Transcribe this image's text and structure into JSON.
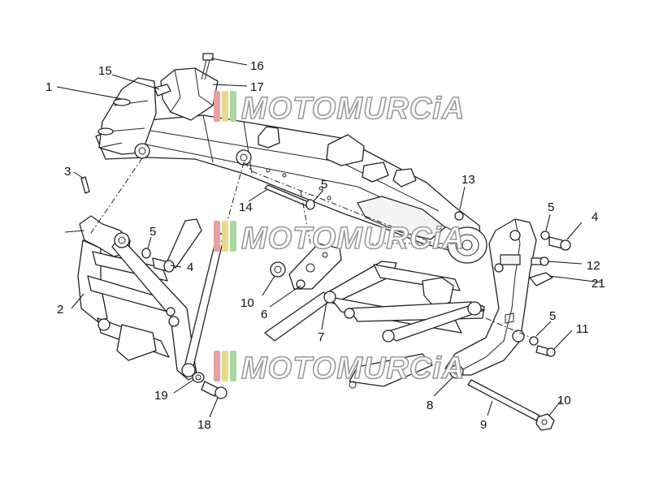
{
  "diagram": {
    "callouts": [
      {
        "id": "c1",
        "label": "1"
      },
      {
        "id": "c2",
        "label": "2"
      },
      {
        "id": "c3",
        "label": "3"
      },
      {
        "id": "c4a",
        "label": "4"
      },
      {
        "id": "c4b",
        "label": "4"
      },
      {
        "id": "c5a",
        "label": "5"
      },
      {
        "id": "c5b",
        "label": "5"
      },
      {
        "id": "c5c",
        "label": "5"
      },
      {
        "id": "c5d",
        "label": "5"
      },
      {
        "id": "c6",
        "label": "6"
      },
      {
        "id": "c7",
        "label": "7"
      },
      {
        "id": "c8",
        "label": "8"
      },
      {
        "id": "c9",
        "label": "9"
      },
      {
        "id": "c10a",
        "label": "10"
      },
      {
        "id": "c10b",
        "label": "10"
      },
      {
        "id": "c11",
        "label": "11"
      },
      {
        "id": "c12",
        "label": "12"
      },
      {
        "id": "c13",
        "label": "13"
      },
      {
        "id": "c14",
        "label": "14"
      },
      {
        "id": "c15",
        "label": "15"
      },
      {
        "id": "c16",
        "label": "16"
      },
      {
        "id": "c17",
        "label": "17"
      },
      {
        "id": "c18",
        "label": "18"
      },
      {
        "id": "c19",
        "label": "19"
      },
      {
        "id": "c21",
        "label": "21"
      }
    ]
  },
  "watermark": {
    "text": "MOTOMURCiA",
    "stripe_colors": [
      "#e8a0a0",
      "#e9d98a",
      "#a8d8a0"
    ]
  }
}
